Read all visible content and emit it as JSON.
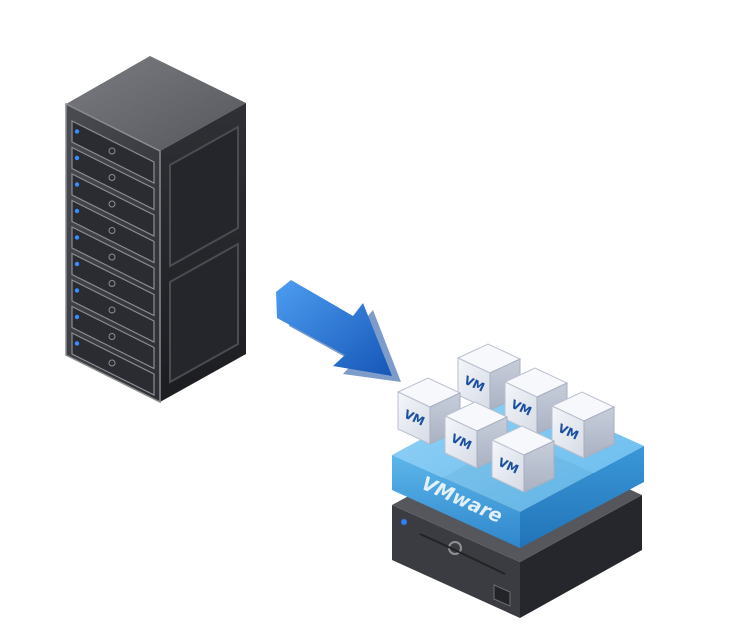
{
  "platform_label": "VMware",
  "vm_label": "VM",
  "vm_count": 6,
  "colors": {
    "rack_front": "#3c3e44",
    "rack_side": "#2a2b30",
    "rack_top": "#5c5e64",
    "arrow": "#1f6fd6",
    "platform_blue": "#4ea9e6",
    "vm_box": "#e9ecf3"
  }
}
